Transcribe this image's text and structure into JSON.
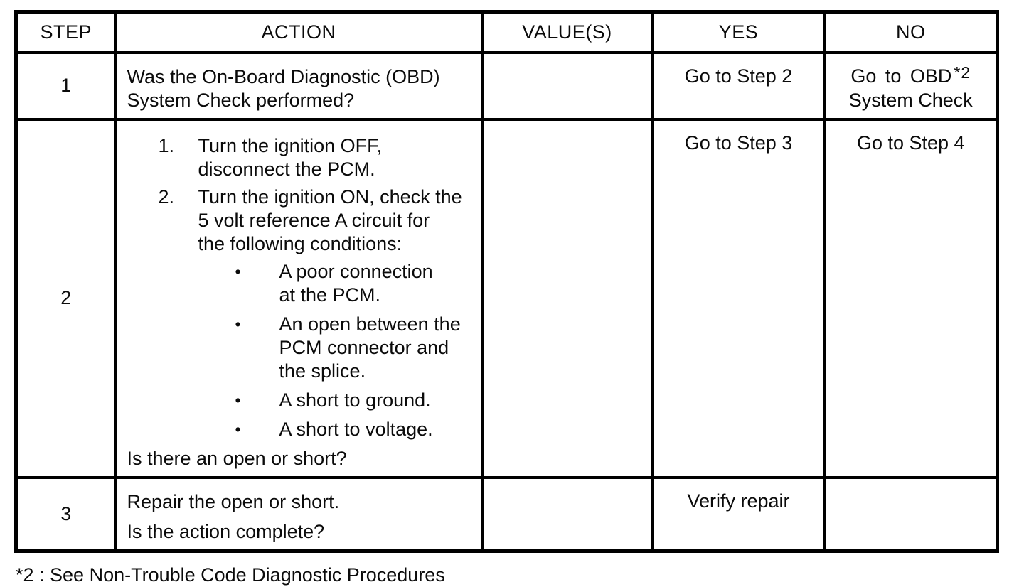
{
  "table": {
    "headers": [
      "STEP",
      "ACTION",
      "VALUE(S)",
      "YES",
      "NO"
    ],
    "rows": [
      {
        "step": "1",
        "action_lines": [
          "Was the On-Board Diagnostic (OBD)",
          "System Check performed?"
        ],
        "values": "",
        "yes": "Go to Step 2",
        "no": {
          "line1_text": "Go to OBD",
          "line1_sup": "*2",
          "line2": "System Check"
        }
      },
      {
        "step": "2",
        "action": {
          "numbered_items": [
            {
              "marker": "1.",
              "lines": [
                "Turn the ignition OFF,",
                "disconnect the PCM."
              ]
            },
            {
              "marker": "2.",
              "lines": [
                "Turn the ignition ON, check the",
                "5 volt reference A circuit for",
                "the following conditions:"
              ]
            }
          ],
          "bullet_items": [
            {
              "marker": "•",
              "lines": [
                "A poor connection",
                "at the PCM."
              ]
            },
            {
              "marker": "•",
              "lines": [
                "An open between the",
                "PCM connector and",
                "the splice."
              ]
            },
            {
              "marker": "•",
              "lines": [
                "A short to ground."
              ]
            },
            {
              "marker": "•",
              "lines": [
                "A short to voltage."
              ]
            }
          ],
          "question": "Is there an open or short?"
        },
        "values": "",
        "yes": "Go to Step 3",
        "no": "Go to Step 4"
      },
      {
        "step": "3",
        "action_lines": [
          "Repair the open or short.",
          "Is the action complete?"
        ],
        "values": "",
        "yes": "Verify repair",
        "no": ""
      }
    ]
  },
  "footnote": "*2 : See Non-Trouble Code Diagnostic Procedures",
  "colors": {
    "ink": "#0b0b0b",
    "paper": "#ffffff",
    "border": "#000000"
  }
}
